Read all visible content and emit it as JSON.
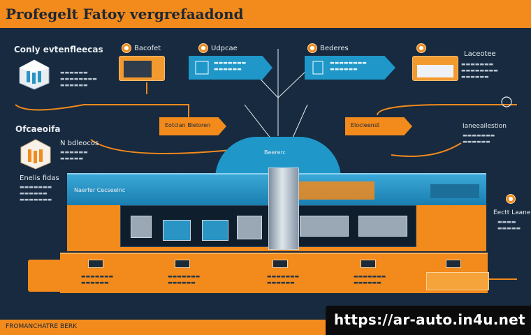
{
  "header": {
    "title": "Profegelt Fatoy vergrefaadond"
  },
  "footer": {
    "text": "FROMANCHATRE BERK"
  },
  "watermark": {
    "text": "https://ar-auto.in4u.net"
  },
  "left_panel": {
    "title_top": "Conly evtenfleecas",
    "title_mid": "Ofcaeoifa",
    "item_label": "N bdleocos",
    "item_label2": "Enelis fidas"
  },
  "top_cards": [
    {
      "label": "Bacofet"
    },
    {
      "label": "Udpcae"
    },
    {
      "label": "Bederes"
    },
    {
      "label": "Laceotee"
    }
  ],
  "middle_arrows": [
    {
      "label": "Eotclan Bleloren"
    },
    {
      "label": "Elocleenst"
    }
  ],
  "right_panel": {
    "title_mid": "Ianeeailestion",
    "title_low": "Eectt Laanellen"
  },
  "factory": {
    "cloud_label": "Beererc",
    "roof_label": "Naerfer Cecseelnc"
  },
  "colors": {
    "background": "#172a3f",
    "accent_orange": "#f28a1c",
    "accent_blue": "#1f97c9"
  }
}
